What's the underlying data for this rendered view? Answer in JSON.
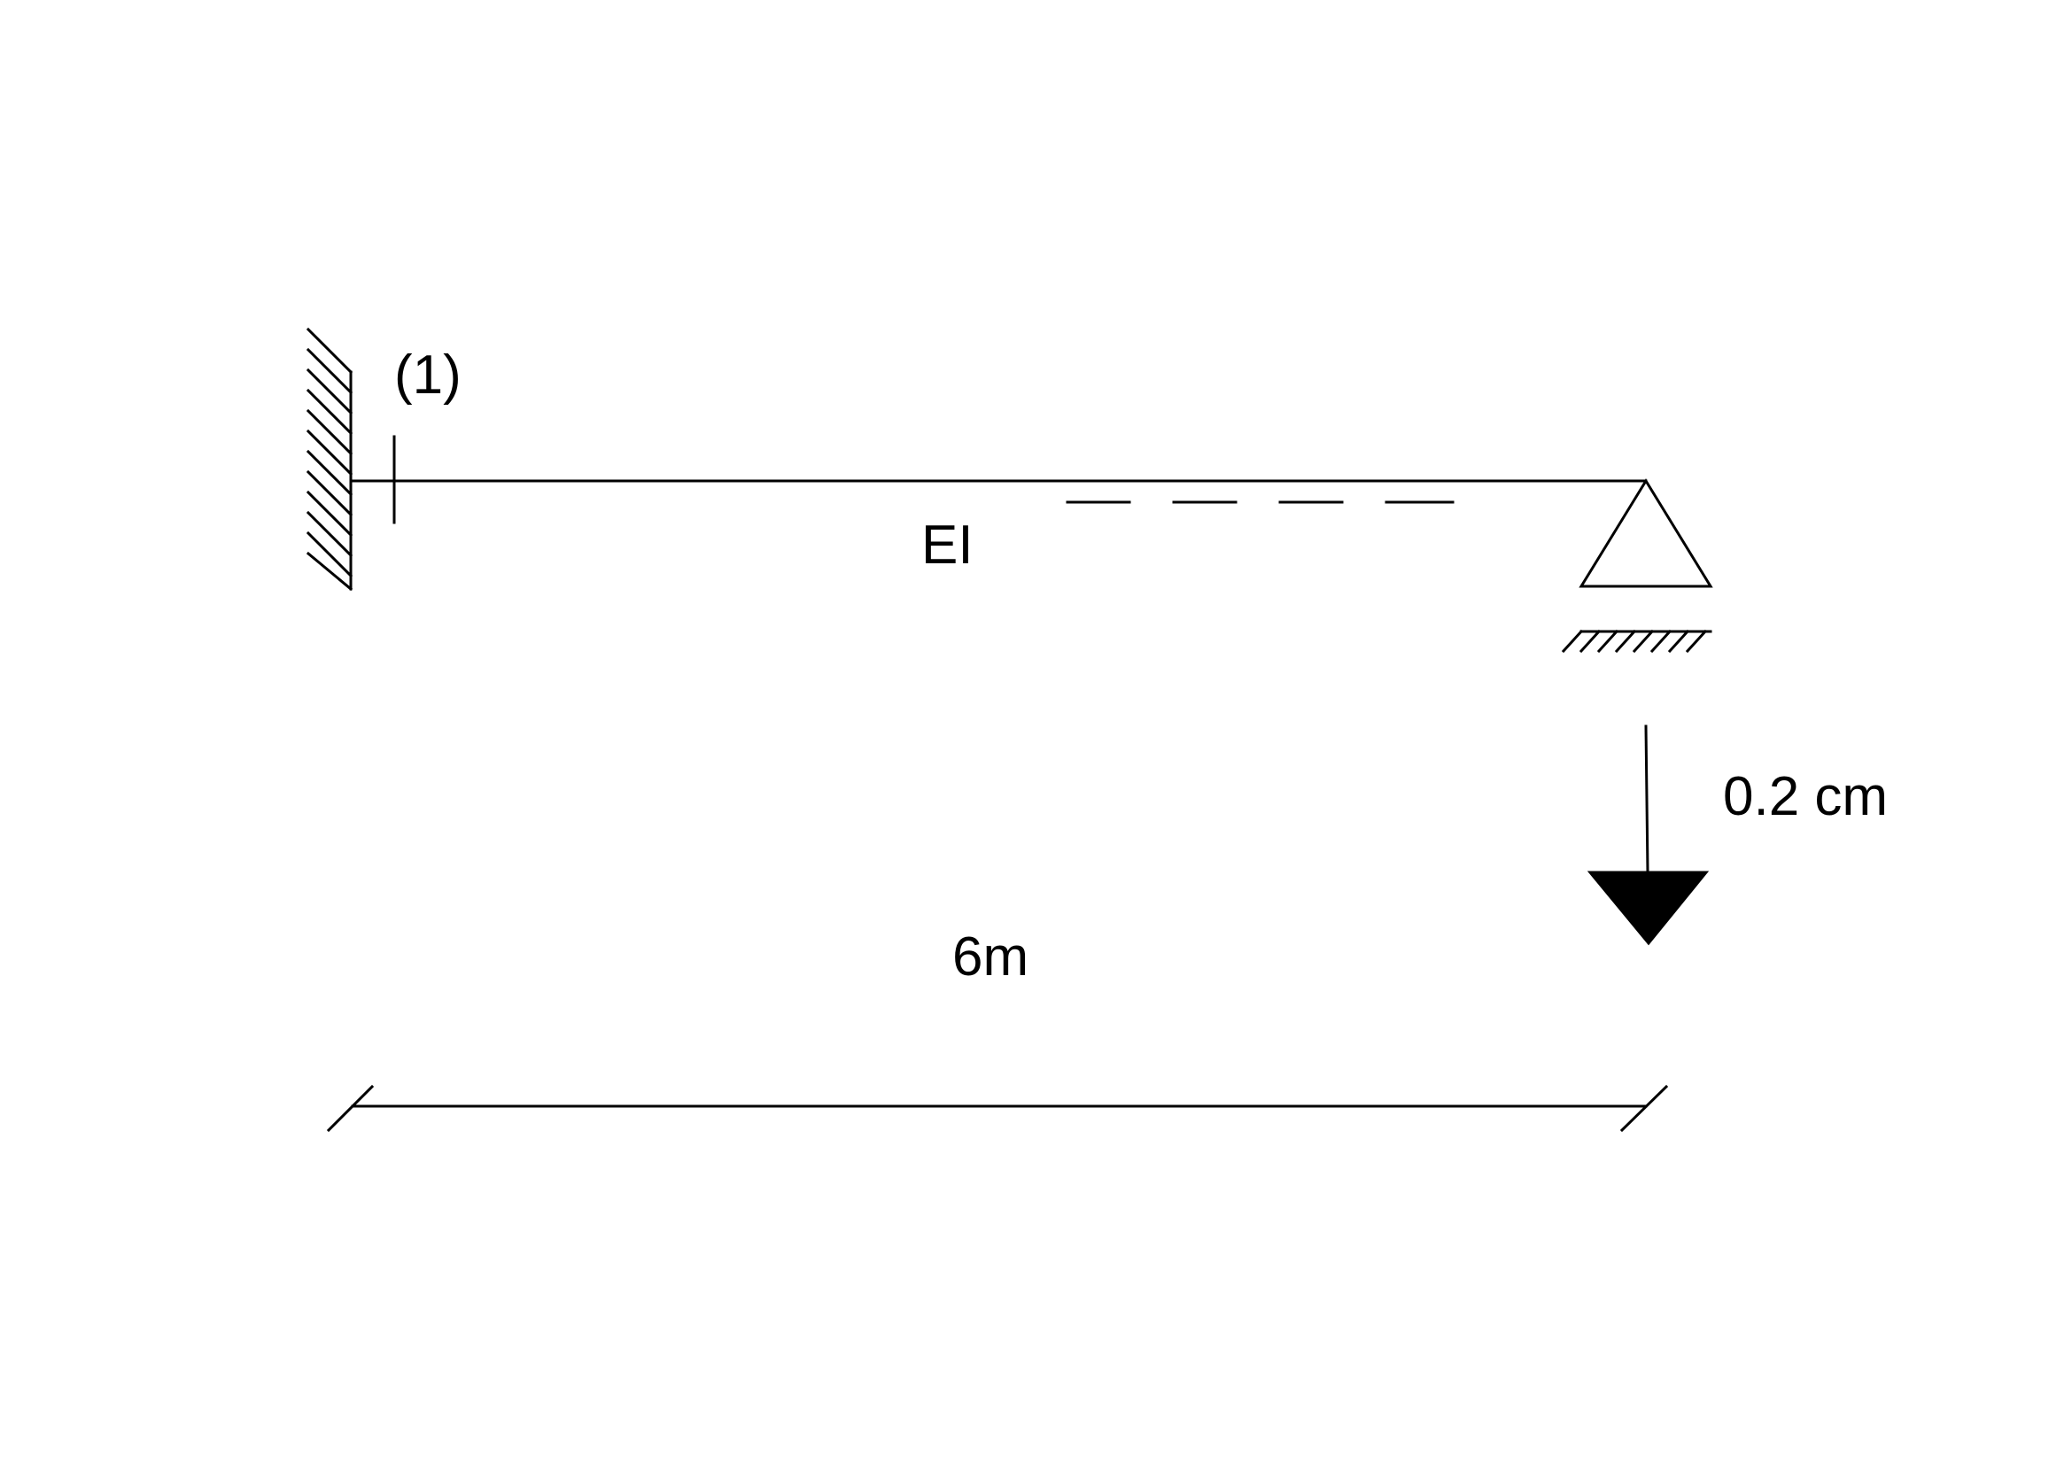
{
  "diagram": {
    "node_label": "(1)",
    "stiffness_label": "EI",
    "settlement_label": "0.2 cm",
    "span_label": "6m",
    "colors": {
      "stroke": "#000000",
      "background": "#ffffff"
    }
  }
}
